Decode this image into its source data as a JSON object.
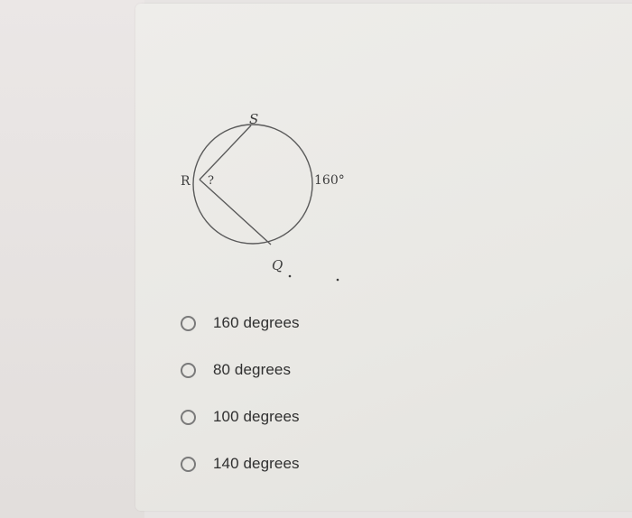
{
  "figure": {
    "labels": {
      "r": "R",
      "s": "S",
      "q": "Q",
      "angle": "?",
      "arc": "160°"
    }
  },
  "options": [
    {
      "label": "160 degrees"
    },
    {
      "label": "80 degrees"
    },
    {
      "label": "100 degrees"
    },
    {
      "label": "140 degrees"
    }
  ]
}
